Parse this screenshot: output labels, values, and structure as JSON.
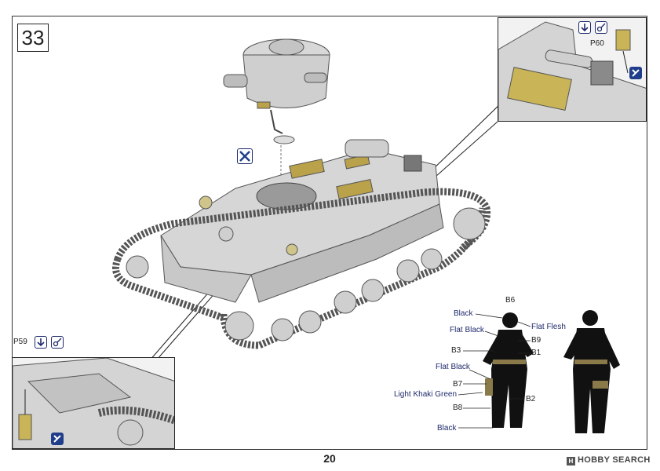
{
  "step": {
    "number": "33"
  },
  "callouts": {
    "top_right": {
      "part": "P60"
    },
    "bottom_left": {
      "part": "P59"
    }
  },
  "figure": {
    "labels": {
      "head_top": "B6",
      "helmet": "Black",
      "face": "Flat Flesh",
      "shoulder": "Flat Black",
      "b9": "B9",
      "b3": "B3",
      "b1": "B1",
      "belt": "Flat Black",
      "b7": "B7",
      "holster": "Light Khaki Green",
      "b2": "B2",
      "b8": "B8",
      "boots": "Black"
    }
  },
  "footer": {
    "page_number": "20",
    "brand": "HOBBY SEARCH"
  },
  "icons": [
    "glue-icon",
    "drill-hole-icon",
    "paint-flip-icon",
    "cross-tool-icon"
  ]
}
